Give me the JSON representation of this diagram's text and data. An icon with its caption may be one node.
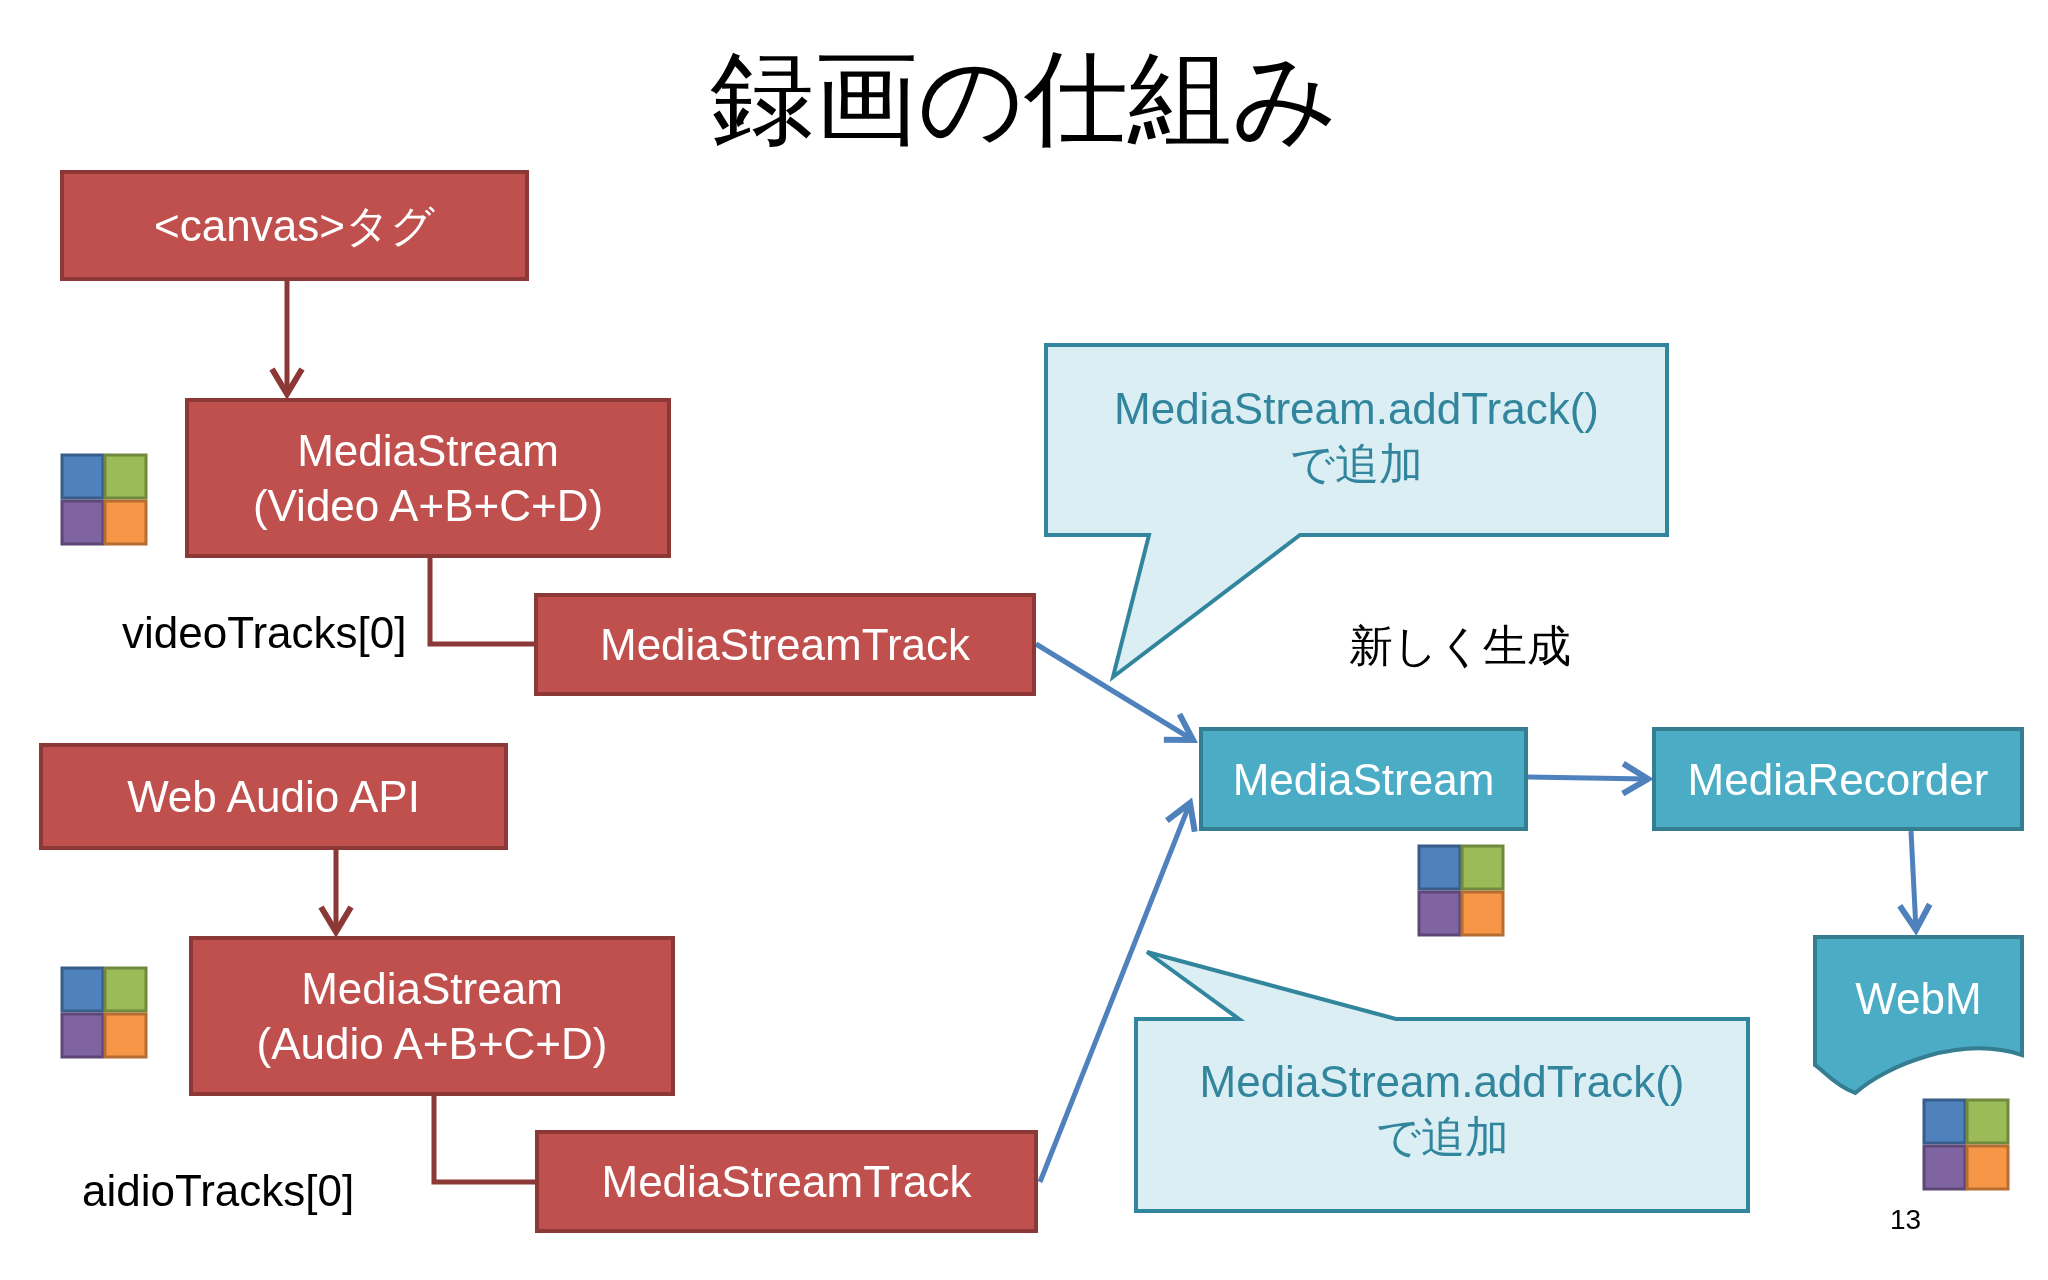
{
  "diagram": {
    "title": "録画の仕組み",
    "nodes": [
      {
        "text": [
          "<canvas>タグ"
        ]
      },
      {
        "text": [
          "MediaStream (Video A+B+C+D)"
        ]
      },
      {
        "text": [
          "MediaStreamTrack"
        ]
      },
      {
        "text": [
          "Web Audio API"
        ]
      },
      {
        "text": [
          "MediaStream (Audio A+B+C+D)"
        ]
      },
      {
        "text": [
          "MediaStreamTrack"
        ]
      },
      {
        "text": [
          "MediaStream.addTrack() で追加"
        ]
      },
      {
        "text": [
          "MediaStream"
        ]
      },
      {
        "text": [
          "MediaRecorder"
        ]
      },
      {
        "text": [
          "WebM"
        ]
      },
      {
        "text": [
          "MediaStream.addTrack() で追加"
        ]
      }
    ],
    "edges": [
      {
        "from": 0,
        "to": 1,
        "arrow": "to"
      },
      {
        "from": 1,
        "to": 2,
        "arrow": "none"
      },
      {
        "from": 2,
        "to": 7,
        "arrow": "to",
        "color": "#4f81bd"
      },
      {
        "from": 3,
        "to": 4,
        "arrow": "to"
      },
      {
        "from": 4,
        "to": 5,
        "arrow": "none"
      },
      {
        "from": 5,
        "to": 7,
        "arrow": "to",
        "color": "#4f81bd"
      },
      {
        "from": 7,
        "to": 8,
        "arrow": "to",
        "color": "#4f81bd"
      },
      {
        "from": 8,
        "to": 9,
        "arrow": "to",
        "color": "#4f81bd"
      }
    ],
    "labels": [
      "videoTracks[0]",
      "新しく生成",
      "aidioTracks[0]",
      "13"
    ]
  }
}
